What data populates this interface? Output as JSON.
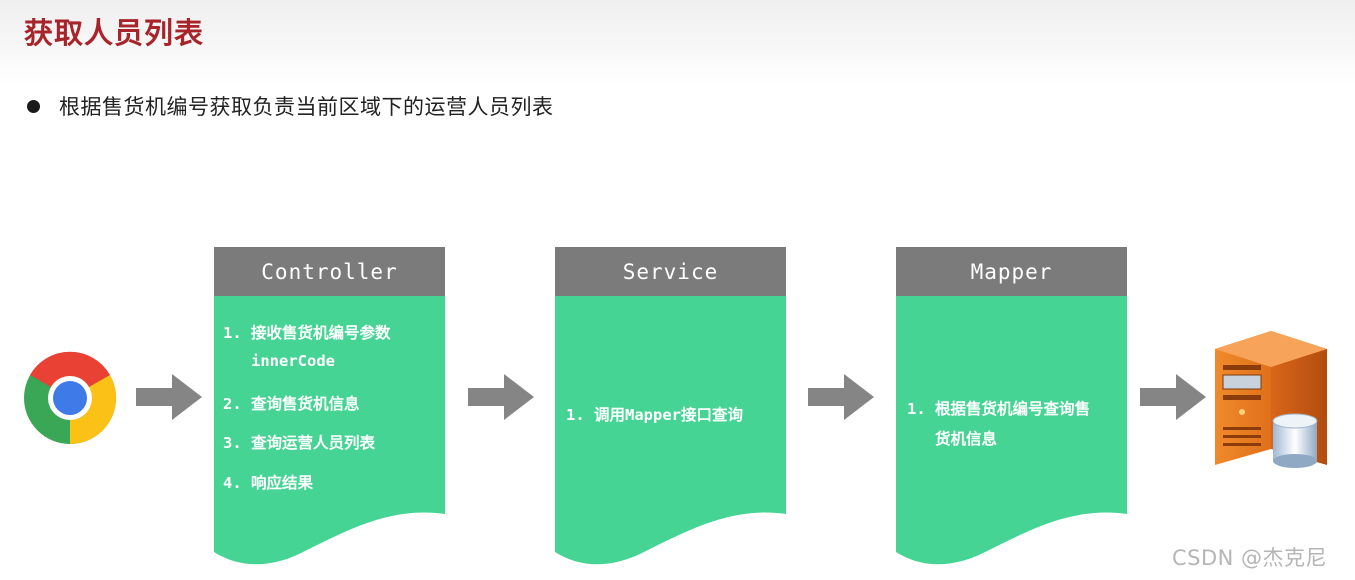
{
  "title": "获取人员列表",
  "bullet": "根据售货机编号获取负责当前区域下的运营人员列表",
  "client_icon": "chrome-browser-icon",
  "server_icon": "database-server-icon",
  "colors": {
    "title": "#a8242b",
    "card_header": "#7b7b7b",
    "card_body": "#45d494",
    "arrow": "#858585"
  },
  "steps": [
    {
      "header": "Controller",
      "items": [
        {
          "num": "1.",
          "lines": [
            "接收售货机编号参数",
            "innerCode"
          ]
        },
        {
          "num": "2.",
          "lines": [
            "查询售货机信息"
          ]
        },
        {
          "num": "3.",
          "lines": [
            "查询运营人员列表"
          ]
        },
        {
          "num": "4.",
          "lines": [
            "响应结果"
          ]
        }
      ]
    },
    {
      "header": "Service",
      "items": [
        {
          "num": "1.",
          "lines": [
            "调用Mapper接口查询"
          ]
        }
      ]
    },
    {
      "header": "Mapper",
      "items": [
        {
          "num": "1.",
          "lines": [
            "根据售货机编号查询售",
            "货机信息"
          ]
        }
      ]
    }
  ],
  "watermark": "CSDN @杰克尼"
}
